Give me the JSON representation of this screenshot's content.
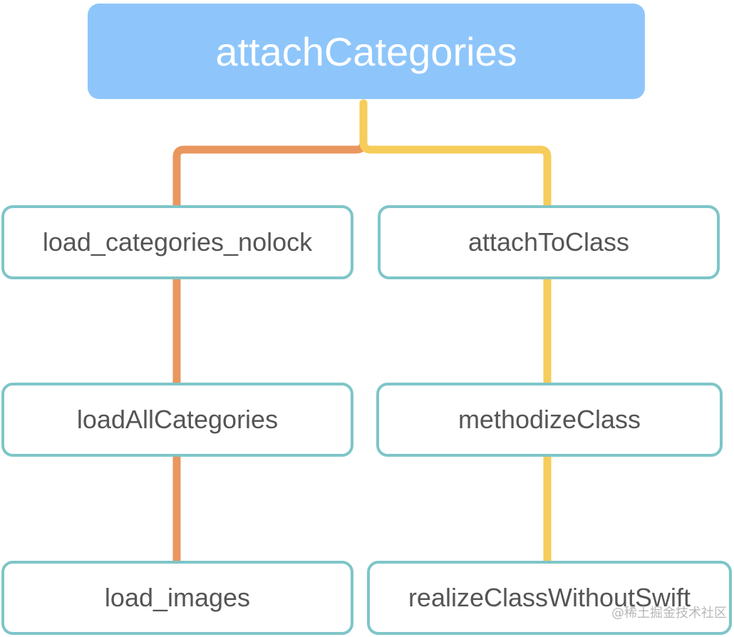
{
  "colors": {
    "root_fill": "#8ec6fb",
    "node_border": "#7ec5c8",
    "left_branch": "#e9975f",
    "right_branch": "#f6cd5a",
    "node_text": "#555555"
  },
  "root": {
    "label": "attachCategories"
  },
  "left_chain": [
    {
      "label": "load_categories_nolock"
    },
    {
      "label": "loadAllCategories"
    },
    {
      "label": "load_images"
    }
  ],
  "right_chain": [
    {
      "label": "attachToClass"
    },
    {
      "label": "methodizeClass"
    },
    {
      "label": "realizeClassWithoutSwift"
    }
  ],
  "watermark": {
    "text": "@稀土掘金技术社区"
  }
}
